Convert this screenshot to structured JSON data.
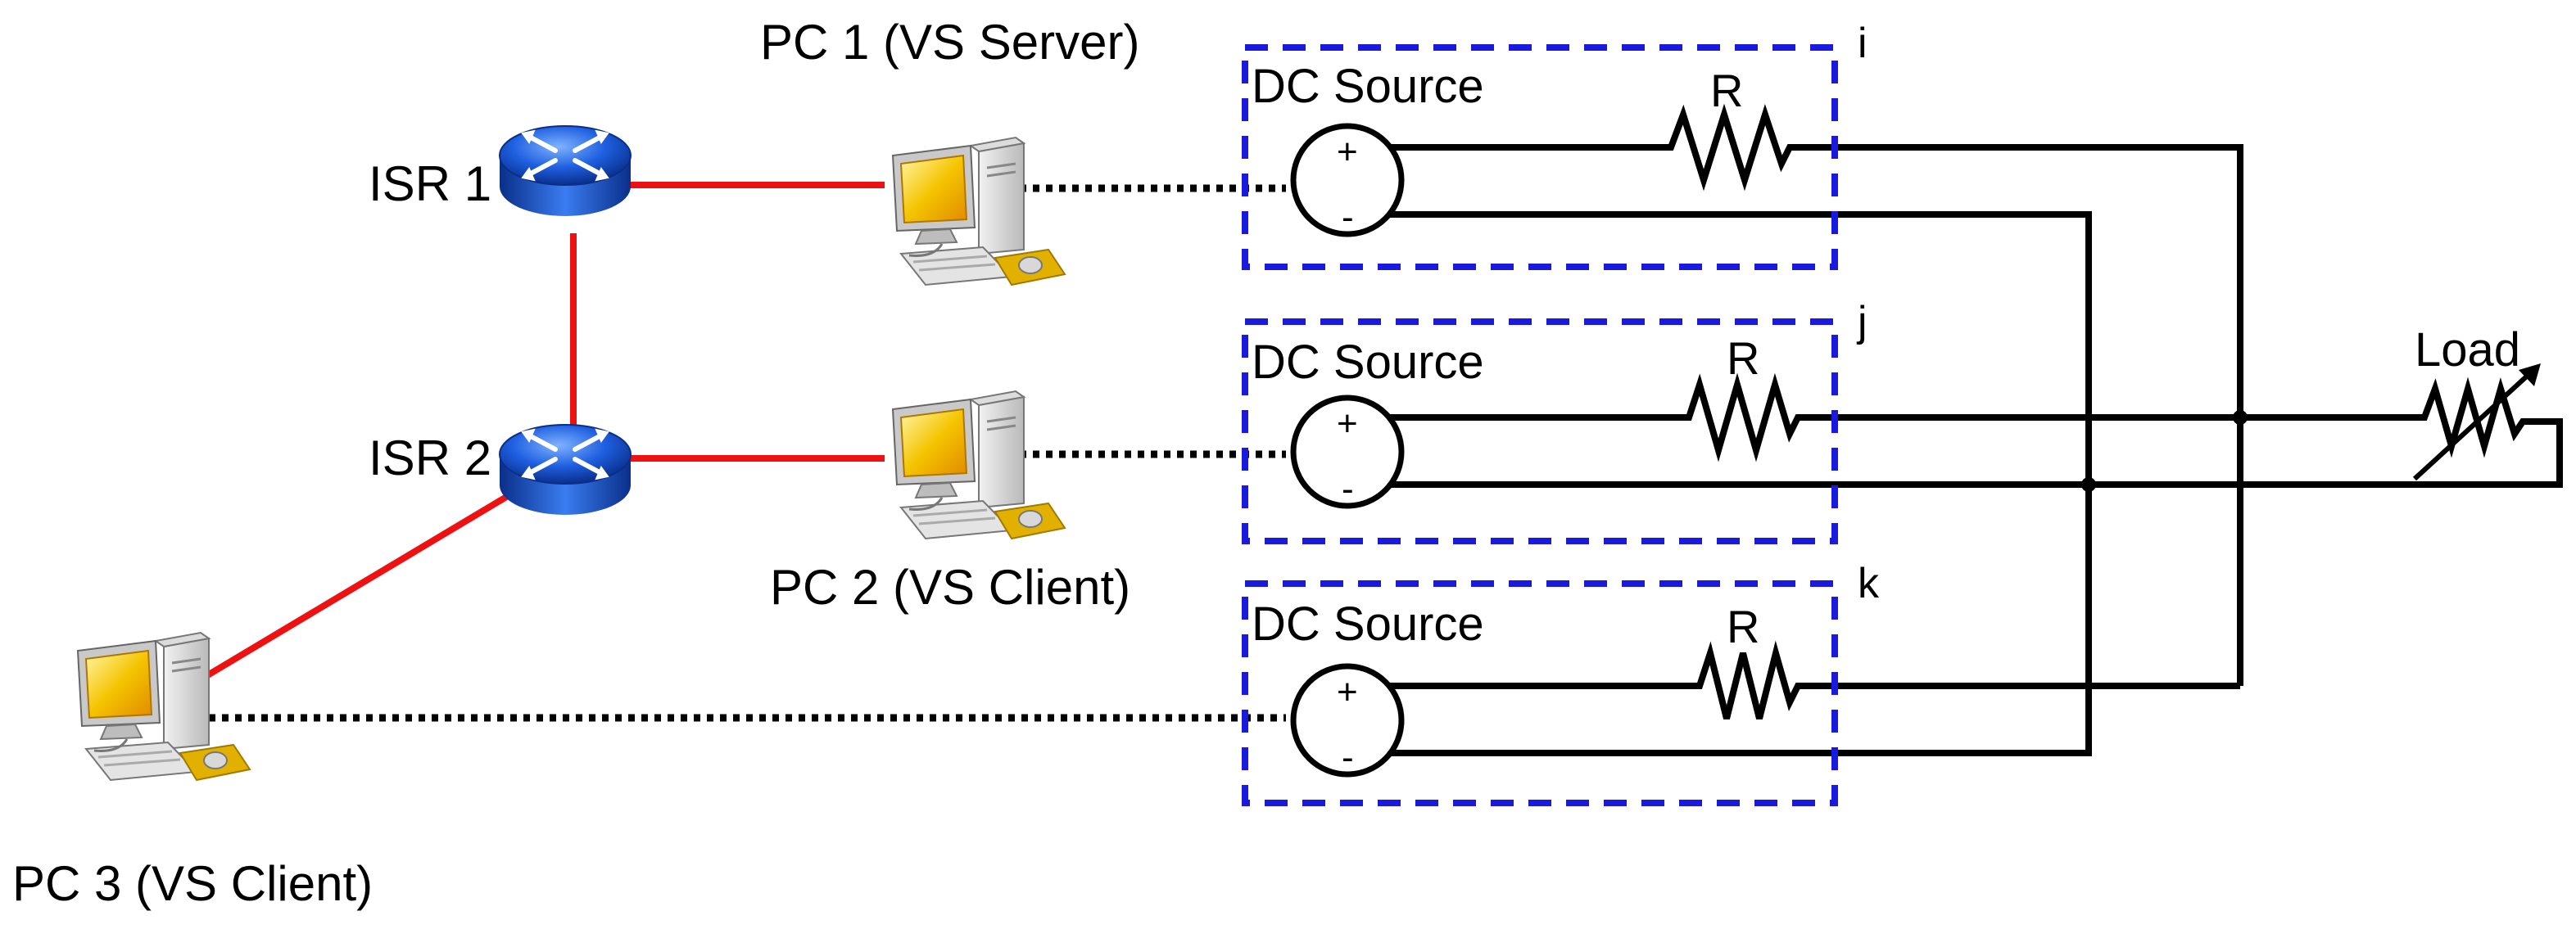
{
  "routers": [
    {
      "label": "ISR 1"
    },
    {
      "label": "ISR 2"
    }
  ],
  "pcs": [
    {
      "label": "PC 1 (VS Server)"
    },
    {
      "label": "PC 2 (VS Client)"
    },
    {
      "label": "PC 3 (VS Client)"
    }
  ],
  "sources": [
    {
      "title": "DC Source",
      "node": "i",
      "resistor": "R",
      "plus": "+",
      "minus": "-"
    },
    {
      "title": "DC Source",
      "node": "j",
      "resistor": "R",
      "plus": "+",
      "minus": "-"
    },
    {
      "title": "DC Source",
      "node": "k",
      "resistor": "R",
      "plus": "+",
      "minus": "-"
    }
  ],
  "load": {
    "label": "Load"
  },
  "colors": {
    "network_link": "#ee1111",
    "dashed_box": "#1a1adf",
    "router_fill": "#1e5fe0",
    "monitor_screen": "#f5c400"
  },
  "icons": {
    "router": "router-icon",
    "pc": "desktop-computer-icon",
    "dc_source": "dc-voltage-source-icon",
    "resistor": "resistor-icon",
    "variable_load": "variable-resistor-icon"
  }
}
